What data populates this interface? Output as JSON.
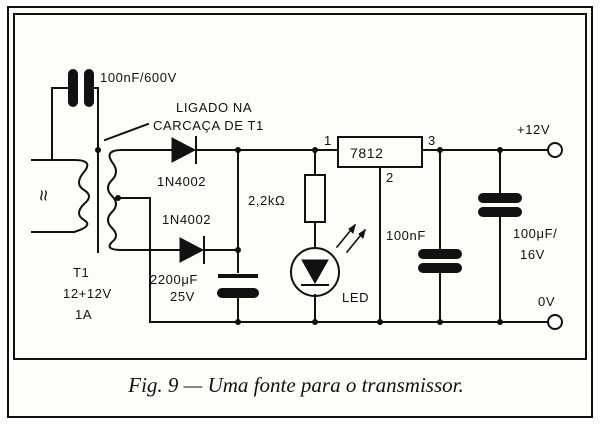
{
  "labels": {
    "cap_input": "100nF/600V",
    "note_line1": "LIGADO NA",
    "note_line2": "CARCAÇA DE T1",
    "pin1": "1",
    "pin2": "2",
    "pin3": "3",
    "regulator": "7812",
    "out_positive": "+12V",
    "out_ground": "0V",
    "diode1": "1N4002",
    "diode2": "1N4002",
    "resistor": "2,2kΩ",
    "cap_filter_line1": "2200μF",
    "cap_filter_line2": "25V",
    "led": "LED",
    "cap_mid": "100nF",
    "cap_out_line1": "100μF/",
    "cap_out_line2": "16V",
    "transformer_line1": "T1",
    "transformer_line2": "12+12V",
    "transformer_line3": "1A",
    "ac_symbol": "≈"
  },
  "caption": "Fig. 9 — Uma fonte para o transmissor."
}
